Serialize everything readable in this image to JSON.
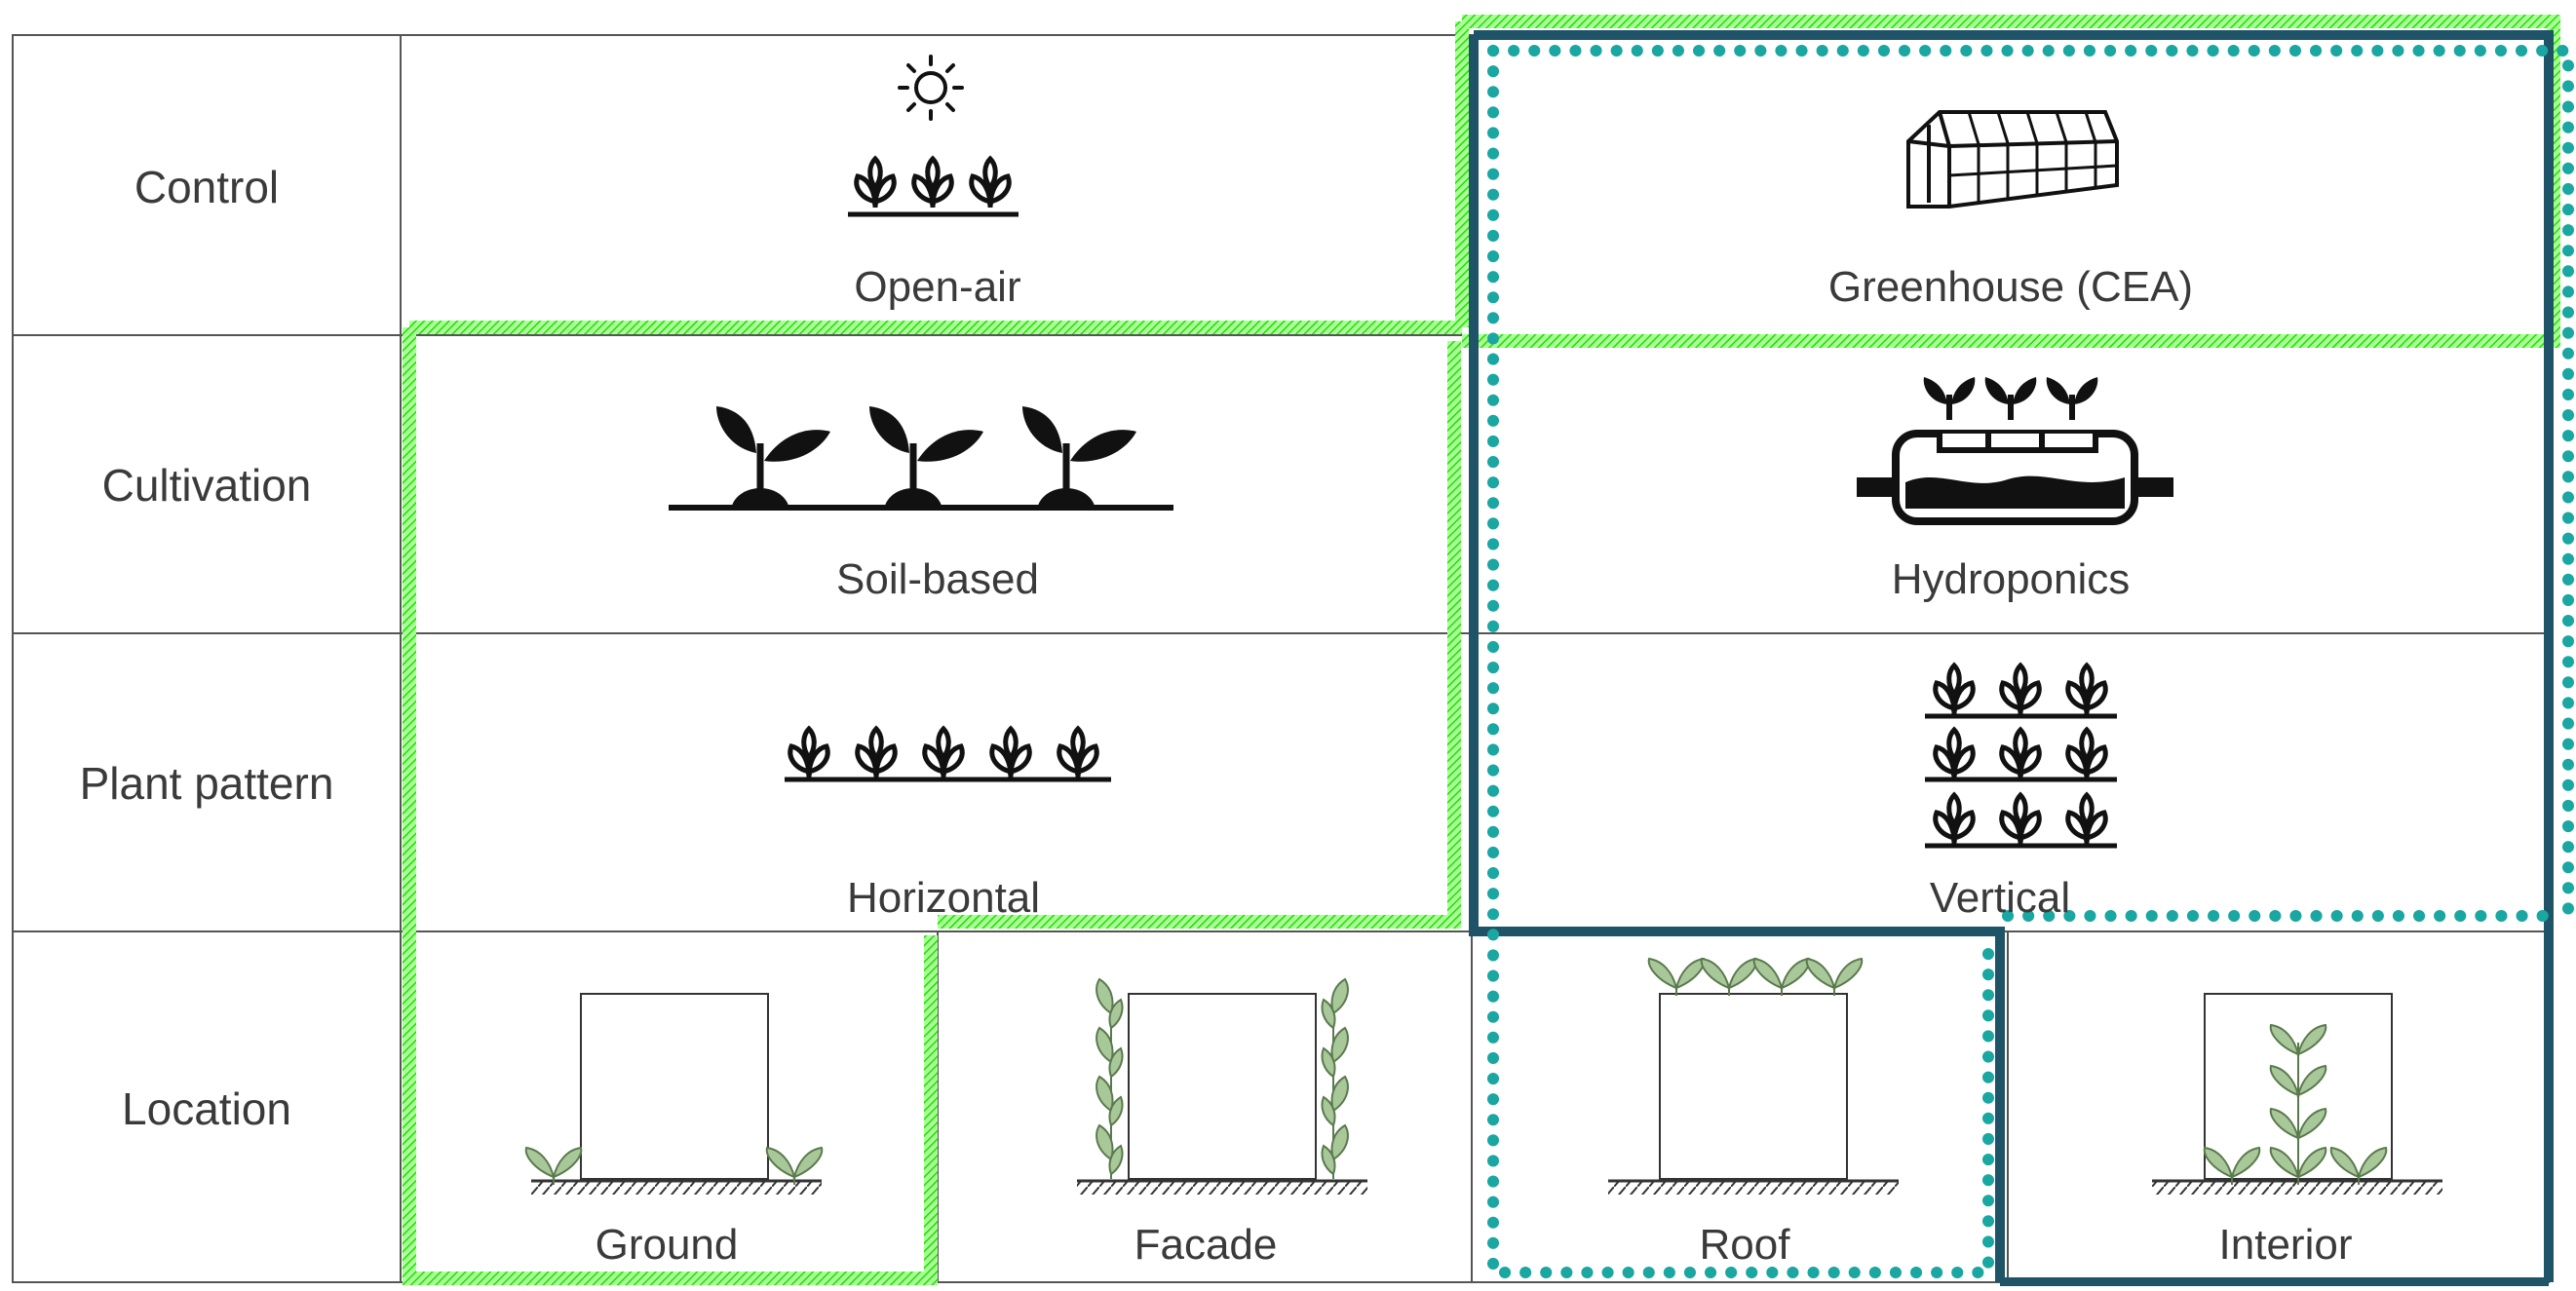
{
  "rows": {
    "control": "Control",
    "cultivation": "Cultivation",
    "plant_pattern": "Plant pattern",
    "location": "Location"
  },
  "cells": {
    "open_air": "Open-air",
    "greenhouse": "Greenhouse (CEA)",
    "soil_based": "Soil-based",
    "hydroponics": "Hydroponics",
    "horizontal": "Horizontal",
    "vertical": "Vertical",
    "ground": "Ground",
    "facade": "Facade",
    "roof": "Roof",
    "interior": "Interior"
  },
  "colors": {
    "grid": "#555555",
    "green_hatch": "#33ff1a",
    "teal_dots": "#1aa6a1",
    "navy_outline": "#1f5468",
    "leaf_fill": "#a9c89a",
    "leaf_stroke": "#5a7a4e",
    "icon": "#111111"
  }
}
